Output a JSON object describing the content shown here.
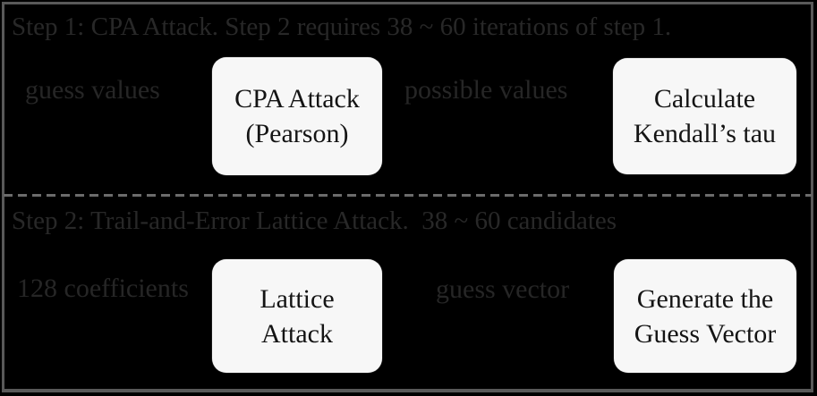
{
  "palette": {
    "background": "#000000",
    "frame_border": "#595959",
    "divider": "#6b6b6b",
    "faint_text": "#262626",
    "box_background": "#f7f7f7",
    "box_text": "#141414"
  },
  "step1": {
    "title": "Step 1: CPA Attack. Step 2 requires 38 ~ 60 iterations of step 1.",
    "input_label": "guess values",
    "process_box": "CPA Attack\n(Pearson)",
    "output_label": "possible values",
    "result_box": "Calculate\nKendall’s tau"
  },
  "step2": {
    "title": "Step 2: Trail-and-Error Lattice Attack.  38 ~ 60 candidates",
    "input_label": "128 coefficients",
    "process_box": "Lattice\nAttack",
    "output_label": "guess vector",
    "result_box": "Generate the\nGuess Vector"
  }
}
